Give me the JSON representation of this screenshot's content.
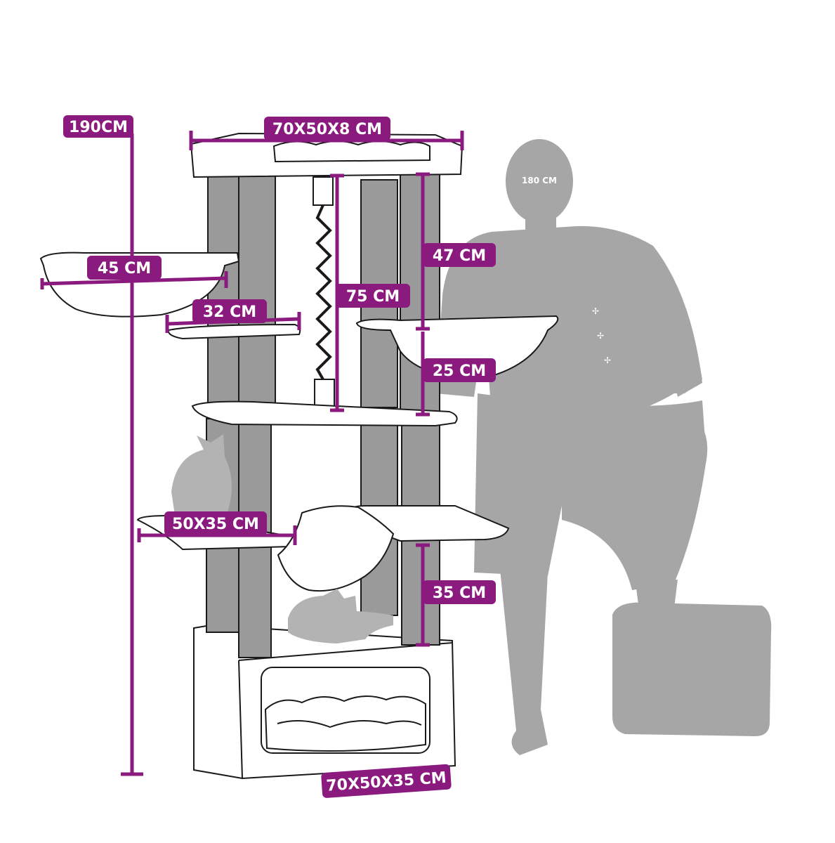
{
  "colors": {
    "accent": "#8a1a7e",
    "outline": "#1a1a1a",
    "post": "#9a9a9a",
    "silhouette": "#a6a6a6",
    "label_text": "#ffffff"
  },
  "dimensions": {
    "total_height": "190CM",
    "top_platform": "70X50X8 CM",
    "basket_left": "45 CM",
    "platform_small": "32 CM",
    "rope_post": "75 CM",
    "upper_post": "47 CM",
    "middle_post": "25 CM",
    "step_platform": "50X35 CM",
    "lower_post": "35 CM",
    "base_box": "70X50X35 CM"
  },
  "person": {
    "height_label": "180 CM"
  }
}
